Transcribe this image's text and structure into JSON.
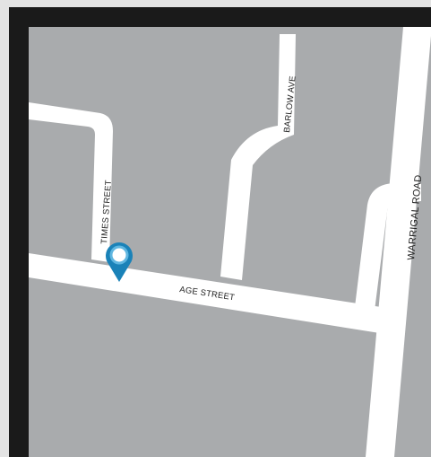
{
  "map": {
    "colors": {
      "background": "#e3e3e3",
      "frame": "#1a1a1a",
      "blocks": "#a9abad",
      "roads": "#ffffff",
      "pin": "#1a82b8",
      "pin_ring": "#5fb6e0",
      "label": "#222222"
    },
    "streets": {
      "times_street": "TIMES STREET",
      "barlow_ave": "BARLOW AVE",
      "age_street": "AGE STREET",
      "warrigal_road": "WARRIGAL ROAD"
    },
    "marker": {
      "icon": "location-pin-icon"
    }
  }
}
